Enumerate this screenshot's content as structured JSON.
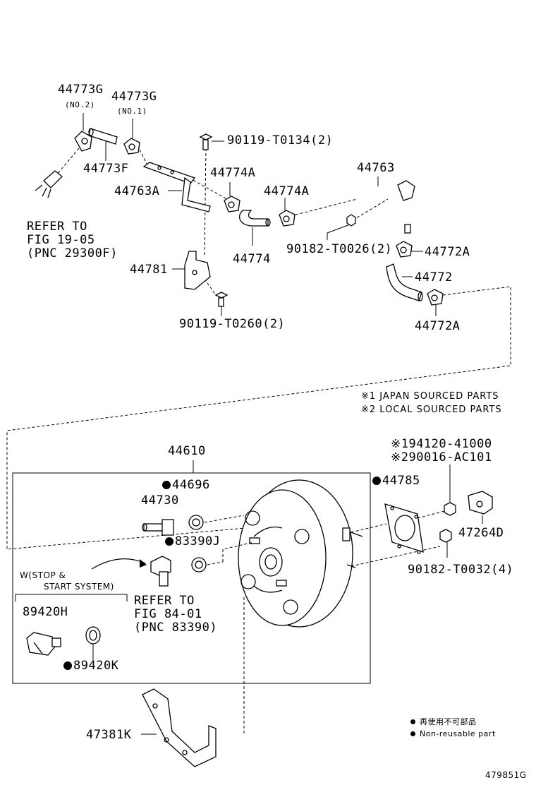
{
  "labels": {
    "p44773g_no2": "44773G",
    "no2": "(NO.2)",
    "p44773g_no1": "44773G",
    "no1": "(NO.1)",
    "p44773f": "44773F",
    "p44763a": "44763A",
    "p90119_t0134": "90119-T0134(2)",
    "p44774a_1": "44774A",
    "p44774a_2": "44774A",
    "p44774": "44774",
    "p44763": "44763",
    "p90182_t0026": "90182-T0026(2)",
    "p44772a_1": "44772A",
    "p44772": "44772",
    "p44772a_2": "44772A",
    "p44781": "44781",
    "p90119_t0260": "90119-T0260(2)",
    "refer1_l1": "REFER TO",
    "refer1_l2": "FIG 19-05",
    "refer1_l3": "(PNC 29300F)",
    "p44610": "44610",
    "p44696": "44696",
    "p44730": "44730",
    "p83390j": "83390J",
    "p44785": "44785",
    "p94120": "※194120-41000",
    "p90016": "※290016-AC101",
    "p47264d": "47264D",
    "p90182_t0032": "90182-T0032(4)",
    "w_l1": "W(STOP &",
    "w_l2": "START SYSTEM)",
    "refer2_l1": "REFER TO",
    "refer2_l2": "FIG 84-01",
    "refer2_l3": "(PNC 83390)",
    "p89420h": "89420H",
    "p89420k": "89420K",
    "p47381k": "47381K"
  },
  "notes": {
    "japan": "※1 JAPAN SOURCED PARTS",
    "local": "※2 LOCAL SOURCED PARTS"
  },
  "legend": {
    "jp": "再使用不可部品",
    "en": "Non-reusable part"
  },
  "figure_number": "479851G"
}
